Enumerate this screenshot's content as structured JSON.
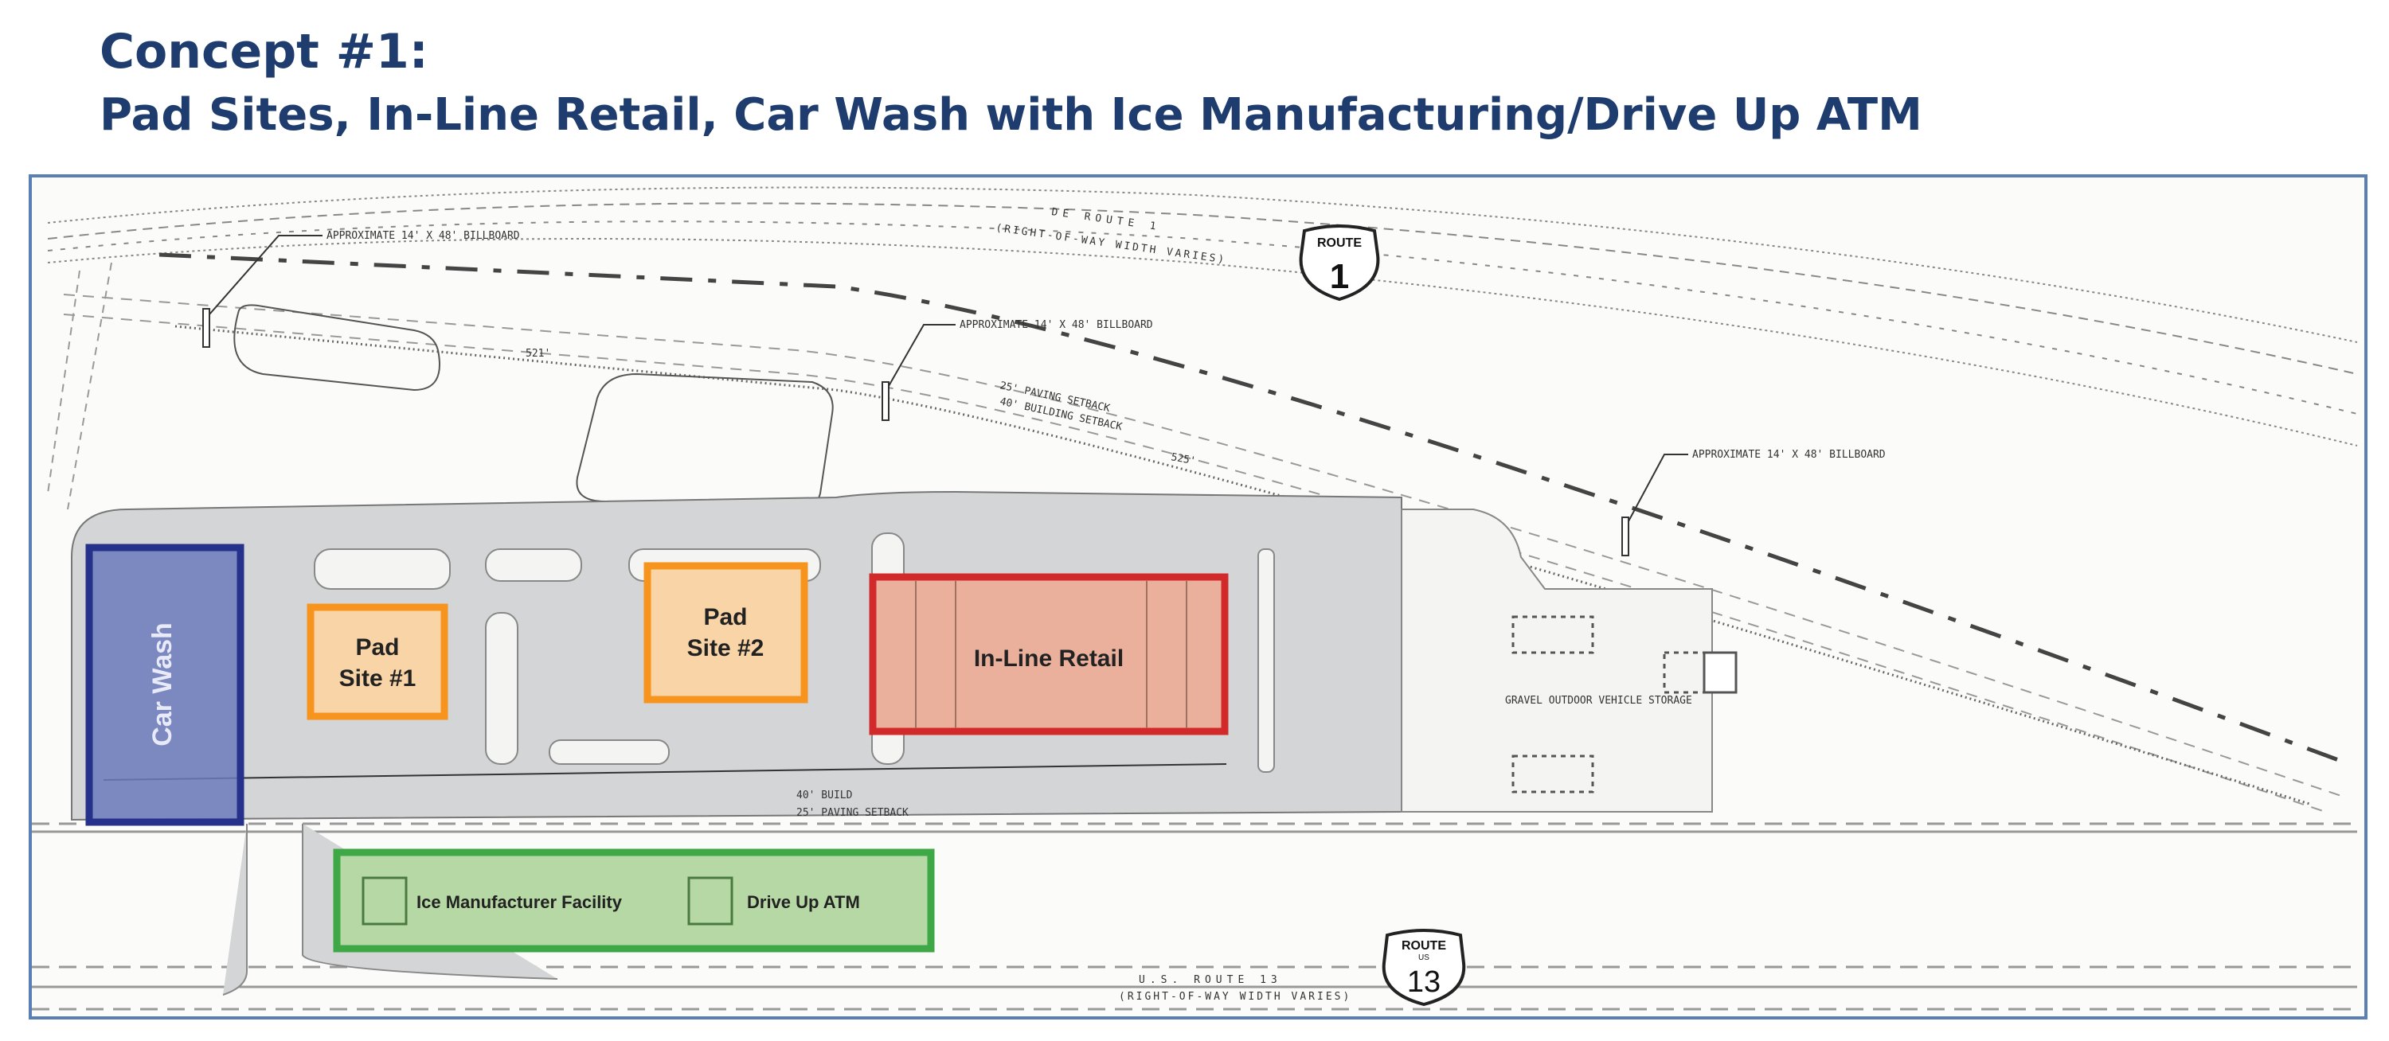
{
  "header": {
    "title": "Concept #1:",
    "subtitle": "Pad Sites, In-Line Retail, Car Wash with Ice Manufacturing/Drive Up ATM"
  },
  "roads": {
    "de_route_1": {
      "name": "DE ROUTE 1",
      "note": "(RIGHT-OF-WAY WIDTH VARIES)",
      "shield_top": "ROUTE",
      "shield_num": "1"
    },
    "us_route_13": {
      "name": "U.S. ROUTE 13",
      "note": "(RIGHT-OF-WAY WIDTH VARIES)",
      "shield_top": "ROUTE",
      "shield_mid": "US",
      "shield_num": "13"
    }
  },
  "annotations": {
    "billboard_1": "APPROXIMATE 14' X 48' BILLBOARD",
    "billboard_2": "APPROXIMATE 14' X 48' BILLBOARD",
    "billboard_3": "APPROXIMATE 14' X 48' BILLBOARD",
    "dim_521": "521'",
    "dim_525": "525'",
    "paving_setback": "25' PAVING SETBACK",
    "building_setback": "40' BUILDING SETBACK",
    "paving_setback_front": "25' PAVING SETBACK",
    "building_setback_front": "40' BUILD",
    "gravel_storage": "GRAVEL OUTDOOR VEHICLE STORAGE"
  },
  "zones": {
    "car_wash": "Car Wash",
    "pad_site_1": [
      "Pad",
      "Site #1"
    ],
    "pad_site_2": [
      "Pad",
      "Site #2"
    ],
    "inline_retail": "In-Line Retail",
    "ice_facility": "Ice Manufacturer Facility",
    "drive_up_atm": "Drive Up ATM"
  },
  "colors": {
    "title": "#1f3c6e",
    "car_wash": "#25318a",
    "pad_site": "#f7941d",
    "retail": "#d22a2a",
    "green": "#3fa846"
  }
}
